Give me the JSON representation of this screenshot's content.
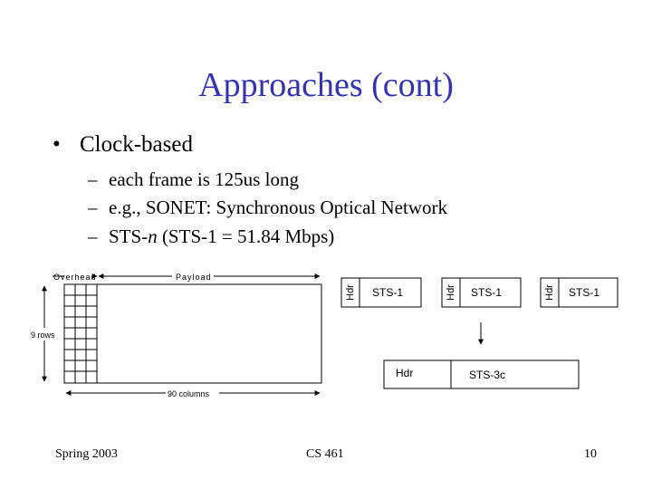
{
  "slide": {
    "title": "Approaches (cont)",
    "bullet": {
      "marker": "•",
      "text": "Clock-based",
      "subitems": [
        {
          "dash": "–",
          "text": "each frame is 125us long"
        },
        {
          "dash": "–",
          "text": "e.g., SONET: Synchronous Optical Network"
        },
        {
          "dash": "–",
          "text_before": "STS-",
          "text_italic": "n",
          "text_after": " (STS-1 = 51.84 Mbps)"
        }
      ]
    },
    "footer": {
      "left": "Spring 2003",
      "center": "CS 461",
      "right": "10"
    }
  },
  "diagram": {
    "frame": {
      "overhead_label": "Overhead",
      "payload_label": "Payload",
      "rows_label": "9 rows",
      "columns_label": "90 columns"
    },
    "sts1_frames": [
      {
        "hdr": "Hdr",
        "label": "STS-1"
      },
      {
        "hdr": "Hdr",
        "label": "STS-1"
      },
      {
        "hdr": "Hdr",
        "label": "STS-1"
      }
    ],
    "sts3c": {
      "hdr": "Hdr",
      "label": "STS-3c"
    }
  }
}
